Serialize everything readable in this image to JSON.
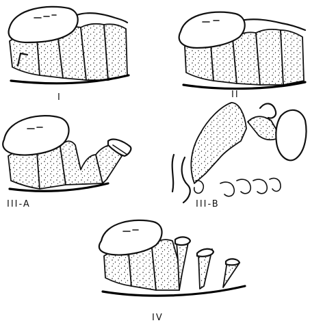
{
  "panels": [
    {
      "id": "I",
      "label": "I"
    },
    {
      "id": "II",
      "label": "II"
    },
    {
      "id": "III-A",
      "label": "III-A"
    },
    {
      "id": "III-B",
      "label": "III-B"
    },
    {
      "id": "IV",
      "label": "IV"
    }
  ]
}
